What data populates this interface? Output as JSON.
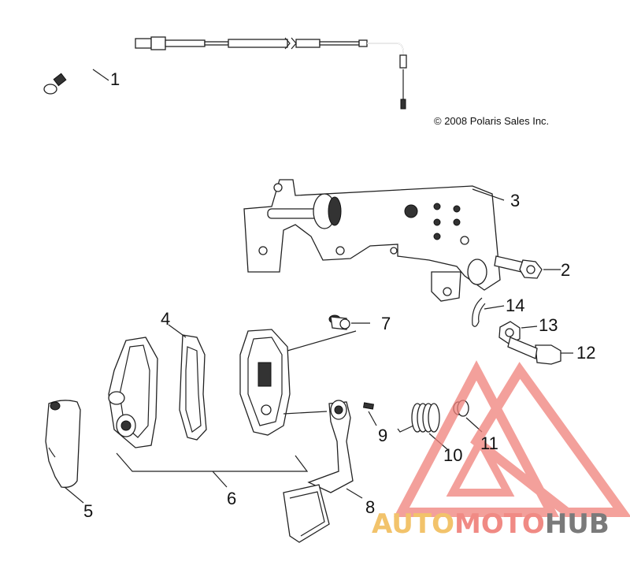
{
  "copyright": "© 2008 Polaris Sales Inc.",
  "callouts": [
    "1",
    "2",
    "3",
    "4",
    "5",
    "6",
    "7",
    "8",
    "9",
    "10",
    "11",
    "12",
    "13",
    "14"
  ],
  "watermark": {
    "part1": "AUTO",
    "part2": "MOTO",
    "part3": "HUB",
    "colors": {
      "auto": "#f2c36b",
      "moto": "#f08a84",
      "hub": "#7a7a7a",
      "logo": "#f0817a"
    }
  },
  "icons": [
    "throttle-cable",
    "mounting-bracket",
    "pedal-housing",
    "gasket",
    "pedal-arm",
    "torsion-spring",
    "bolt",
    "nut",
    "hairpin-clip",
    "pin",
    "cover",
    "logo-triangle"
  ]
}
